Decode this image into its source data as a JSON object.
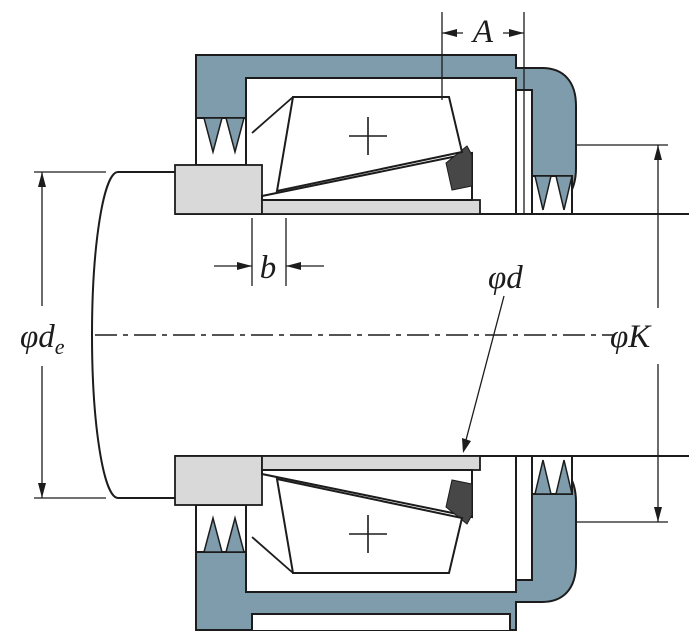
{
  "diagram": {
    "dimension_labels": {
      "A": "A",
      "b": "b",
      "phi_d": {
        "phi": "φ",
        "letter": "d"
      },
      "phi_d_e": {
        "phi": "φ",
        "letter": "d",
        "subscript": "e"
      },
      "phi_K": {
        "phi": "φ",
        "letter": "K"
      }
    },
    "colors": {
      "housing": "#7e9cab",
      "sleeve": "#d9d9d9",
      "rib": "#474747",
      "line": "#1c1c1c",
      "background": "#ffffff"
    }
  }
}
